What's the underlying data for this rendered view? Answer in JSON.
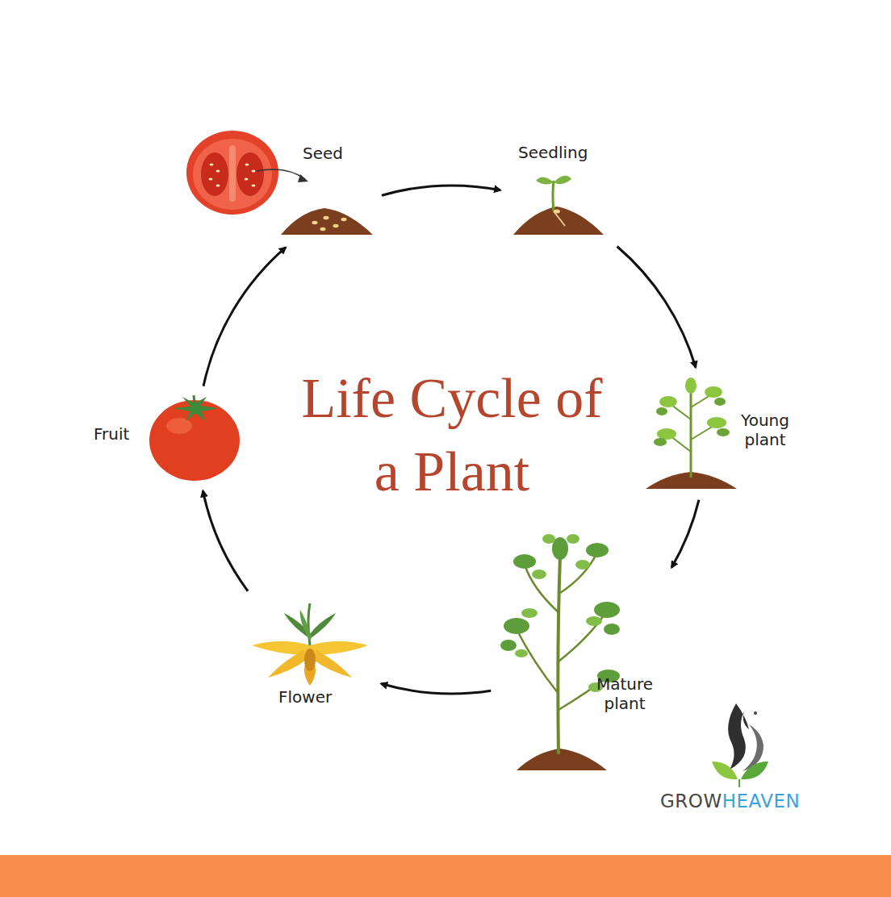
{
  "diagram": {
    "title": "Life Cycle of a Plant",
    "nodes": [
      {
        "text": [
          "Seed"
        ]
      },
      {
        "text": [
          "Seedling"
        ]
      },
      {
        "text": [
          "Young plant"
        ]
      },
      {
        "text": [
          "Mature plant"
        ]
      },
      {
        "text": [
          "Flower"
        ]
      },
      {
        "text": [
          "Fruit"
        ]
      }
    ],
    "edges": [
      {
        "from": 0,
        "to": 1,
        "arrow": "to"
      },
      {
        "from": 1,
        "to": 2,
        "arrow": "to"
      },
      {
        "from": 2,
        "to": 3,
        "arrow": "to"
      },
      {
        "from": 3,
        "to": 4,
        "arrow": "to"
      },
      {
        "from": 4,
        "to": 5,
        "arrow": "to"
      },
      {
        "from": 5,
        "to": 0,
        "arrow": "to"
      }
    ],
    "labels": [
      "GROW",
      "HEAVEN"
    ]
  }
}
